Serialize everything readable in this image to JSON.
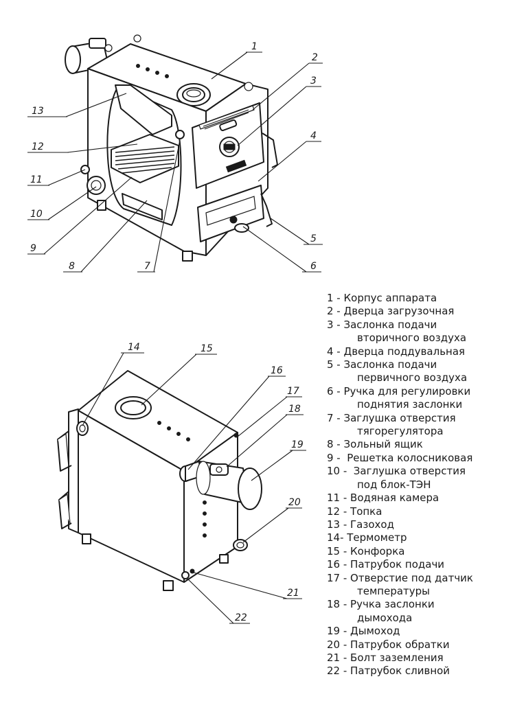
{
  "callouts": {
    "c1": "1",
    "c2": "2",
    "c3": "3",
    "c4": "4",
    "c5": "5",
    "c6": "6",
    "c7": "7",
    "c8": "8",
    "c9": "9",
    "c10": "10",
    "c11": "11",
    "c12": "12",
    "c13": "13",
    "c14": "14",
    "c15": "15",
    "c16": "16",
    "c17": "17",
    "c18": "18",
    "c19": "19",
    "c20": "20",
    "c21": "21",
    "c22": "22"
  },
  "legend": [
    "1 - Корпус аппарата",
    "2 - Дверца загрузочная",
    "3 - Заслонка подачи",
    "вторичного воздуха",
    "4 - Дверца поддувальная",
    "5 - Заслонка подачи",
    "первичного воздуха",
    "6 - Ручка для регулировки",
    "поднятия заслонки",
    "7 - Заглушка отверстия",
    "тягорегулятора",
    "8 - Зольный ящик",
    "9 -  Решетка колосниковая",
    "10 -  Заглушка отверстия",
    "под блок-ТЭН",
    "11 - Водяная камера",
    "12 - Топка",
    "13 - Газоход",
    "14- Термометр",
    "15 - Конфорка",
    "16 - Патрубок подачи",
    "17 - Отверстие под датчик",
    "температуры",
    "18 - Ручка заслонки",
    "дымохода",
    "19 - Дымоход",
    "20 - Патрубок обратки",
    "21 - Болт заземления",
    "22 - Патрубок сливной"
  ]
}
